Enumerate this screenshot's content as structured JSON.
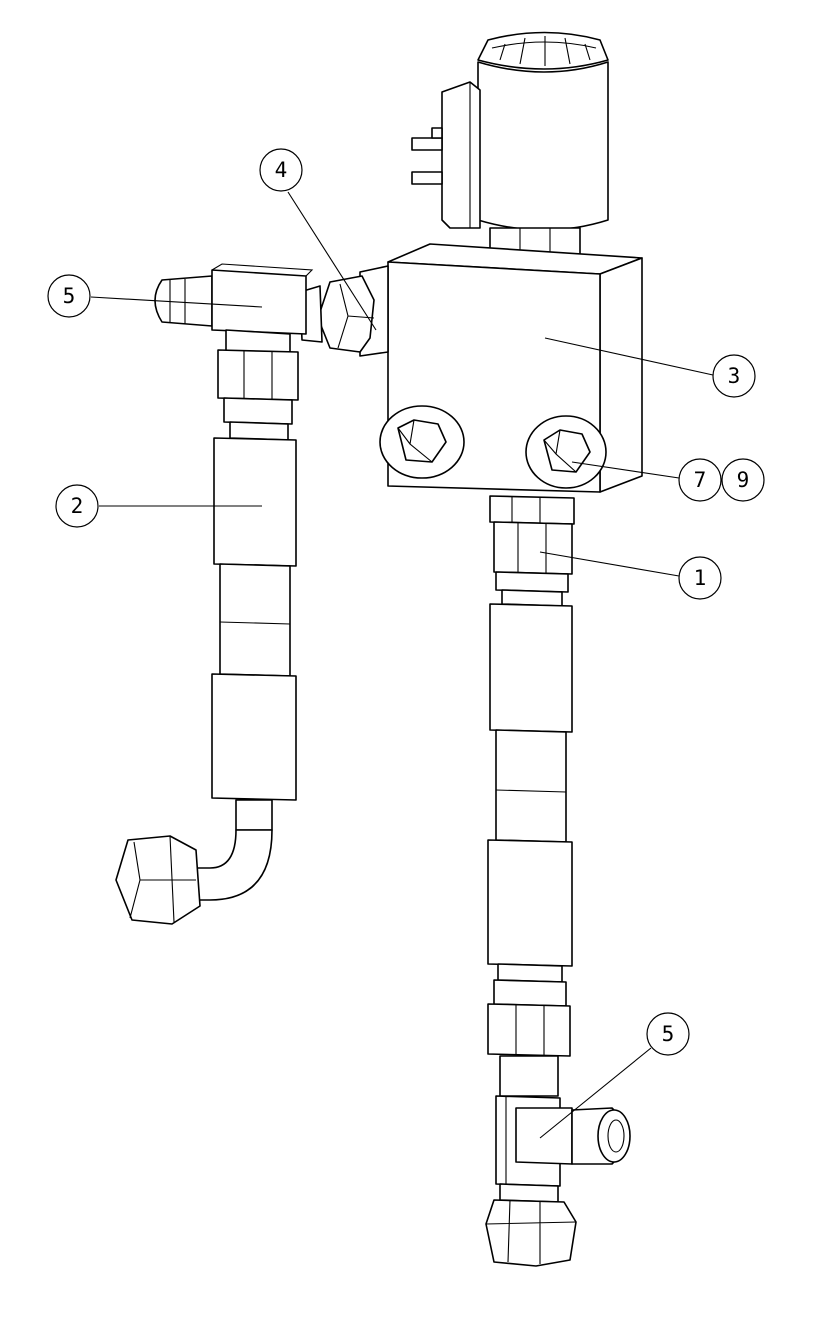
{
  "callouts": [
    {
      "label": "4"
    },
    {
      "label": "5"
    },
    {
      "label": "3"
    },
    {
      "label": "7"
    },
    {
      "label": "9"
    },
    {
      "label": "2"
    },
    {
      "label": "1"
    },
    {
      "label": "5"
    }
  ]
}
